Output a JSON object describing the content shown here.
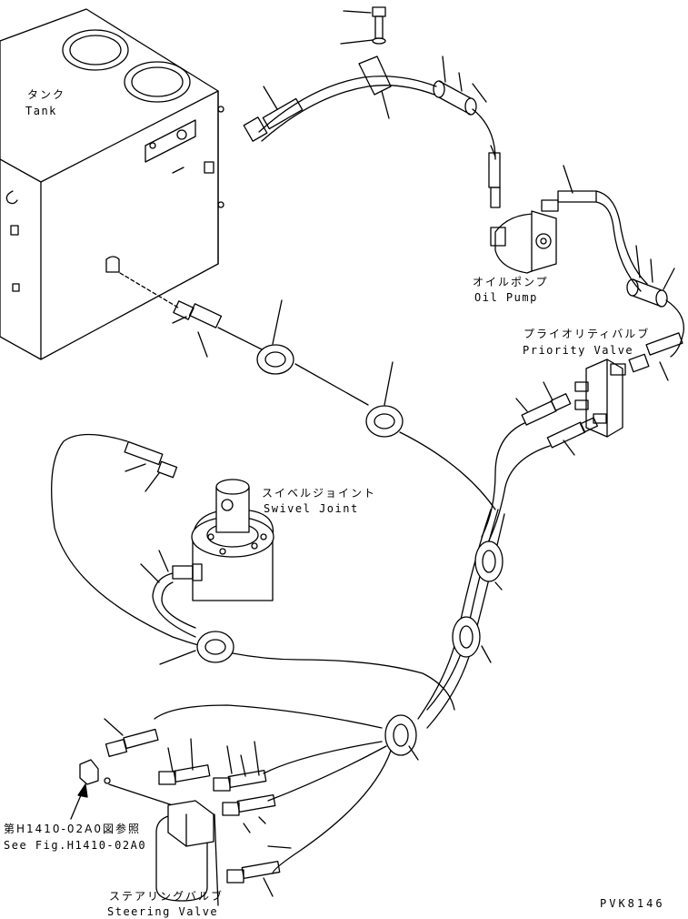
{
  "labels": {
    "tank_jp": "タンク",
    "tank_en": "Tank",
    "oil_pump_jp": "オイルポンプ",
    "oil_pump_en": "Oil Pump",
    "priority_valve_jp": "プライオリティバルブ",
    "priority_valve_en": "Priority Valve",
    "swivel_joint_jp": "スイベルジョイント",
    "swivel_joint_en": "Swivel Joint",
    "see_fig_jp": "第H1410-02A0図参照",
    "see_fig_en": "See Fig.H1410-02A0",
    "steering_valve_jp": "ステアリングバルブ",
    "steering_valve_en": "Steering Valve",
    "drawing_code": "PVK8146"
  }
}
